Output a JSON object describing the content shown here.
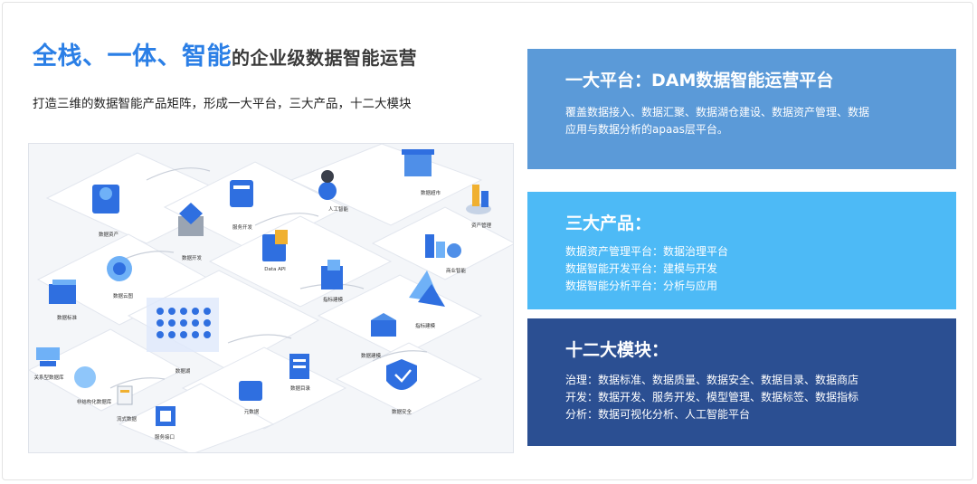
{
  "headline": {
    "accent": "全栈、一体、智能",
    "rest": "的企业级数据智能运营"
  },
  "subline": "打造三维的数据智能产品矩阵，形成一大平台，三大产品，十二大模块",
  "diagram": {
    "labels": [
      "数据资产",
      "数据开发",
      "服务开发",
      "人工智能",
      "数据超市",
      "资产管理",
      "数据云图",
      "Data API",
      "商业智能",
      "数据标准",
      "数据湖",
      "指标建模",
      "数据建模",
      "指标建模",
      "关系型数据库",
      "非结构化数据库",
      "流式数据",
      "服务接口",
      "元数据",
      "数据目录",
      "数据安全"
    ],
    "colors": {
      "primary": "#2f6fe0",
      "light": "#6fb1f7",
      "tile": "#ffffff",
      "road": "#e8ecf2"
    }
  },
  "panels": [
    {
      "title": "一大平台：DAM数据智能运营平台",
      "lines": [
        "覆盖数据接入、数据汇聚、数据湖仓建设、数据资产管理、数据",
        "应用与数据分析的apaas层平台。"
      ]
    },
    {
      "title": "三大产品：",
      "lines": [
        "数据资产管理平台：数据治理平台",
        "数据智能开发平台：建模与开发",
        "数据智能分析平台：分析与应用"
      ]
    },
    {
      "title": "十二大模块：",
      "lines": [
        "治理：数据标准、数据质量、数据安全、数据目录、数据商店",
        "开发：数据开发、服务开发、模型管理、数据标签、数据指标",
        "分析：数据可视化分析、人工智能平台"
      ]
    }
  ],
  "colors": {
    "panel1": "#5b9ad8",
    "panel2": "#4dbaf6",
    "panel3": "#2b4f92",
    "accent": "#2b7fe6"
  }
}
